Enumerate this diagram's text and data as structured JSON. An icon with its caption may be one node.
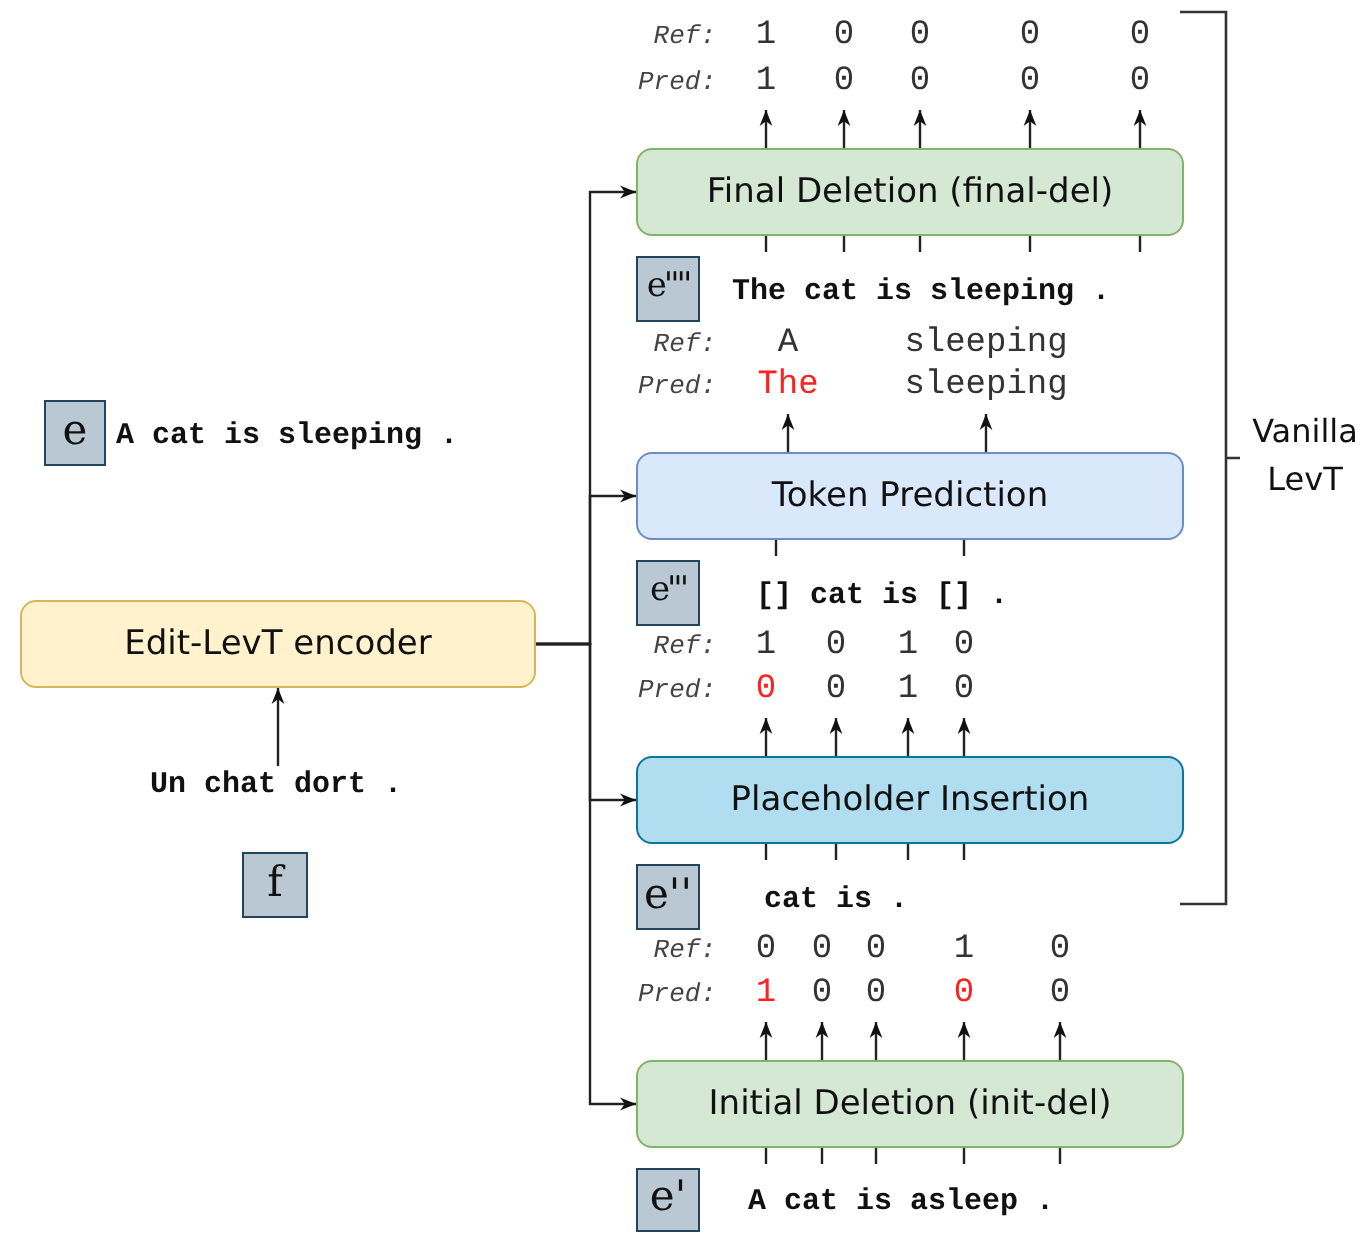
{
  "diagram": {
    "nodes": [
      {
        "text": [
          "e"
        ],
        "beside": [
          "A cat is sleeping ."
        ]
      },
      {
        "text": [
          "Edit-LevT encoder"
        ]
      },
      {
        "text": [
          "Un chat dort ."
        ]
      },
      {
        "text": [
          "f"
        ]
      },
      {
        "text": [
          "Final Deletion (final-del)"
        ]
      },
      {
        "text": [
          "e''''"
        ],
        "beside": [
          "The cat is sleeping ."
        ]
      },
      {
        "text": [
          "Token Prediction"
        ]
      },
      {
        "text": [
          "e'''"
        ],
        "beside": [
          "[] cat is [] ."
        ]
      },
      {
        "text": [
          "Placeholder Insertion"
        ]
      },
      {
        "text": [
          "e''"
        ],
        "beside": [
          "cat is ."
        ]
      },
      {
        "text": [
          "Initial Deletion (init-del)"
        ]
      },
      {
        "text": [
          "e'"
        ],
        "beside": [
          "A cat is asleep ."
        ]
      },
      {
        "text": [
          "1"
        ]
      },
      {
        "text": [
          "0"
        ]
      },
      {
        "text": [
          "0"
        ]
      },
      {
        "text": [
          "0"
        ]
      },
      {
        "text": [
          "0"
        ]
      },
      {
        "text": [
          "The"
        ]
      },
      {
        "text": [
          "sleeping"
        ]
      },
      {
        "text": [
          "0"
        ]
      },
      {
        "text": [
          "0"
        ]
      },
      {
        "text": [
          "1"
        ]
      },
      {
        "text": [
          "0"
        ]
      },
      {
        "text": [
          "1"
        ]
      },
      {
        "text": [
          "0"
        ]
      },
      {
        "text": [
          "0"
        ]
      },
      {
        "text": [
          "0"
        ]
      },
      {
        "text": [
          "0"
        ]
      }
    ],
    "edges": [
      {
        "from": 2,
        "to": 1,
        "arrow": "to"
      },
      {
        "from": 1,
        "to": 4,
        "arrow": "to"
      },
      {
        "from": 1,
        "to": 6,
        "arrow": "to"
      },
      {
        "from": 1,
        "to": 8,
        "arrow": "to"
      },
      {
        "from": 1,
        "to": 10,
        "arrow": "to"
      },
      {
        "from": 4,
        "to": 12,
        "arrow": "to"
      },
      {
        "from": 4,
        "to": 13,
        "arrow": "to"
      },
      {
        "from": 4,
        "to": 14,
        "arrow": "to"
      },
      {
        "from": 4,
        "to": 15,
        "arrow": "to"
      },
      {
        "from": 4,
        "to": 16,
        "arrow": "to"
      },
      {
        "from": null,
        "to": 4,
        "arrow": "none"
      },
      {
        "from": null,
        "to": 4,
        "arrow": "none"
      },
      {
        "from": null,
        "to": 4,
        "arrow": "none"
      },
      {
        "from": null,
        "to": 4,
        "arrow": "none"
      },
      {
        "from": null,
        "to": 4,
        "arrow": "none"
      },
      {
        "from": 6,
        "to": 17,
        "arrow": "to"
      },
      {
        "from": 6,
        "to": 18,
        "arrow": "to"
      },
      {
        "from": null,
        "to": 6,
        "arrow": "none"
      },
      {
        "from": null,
        "to": 6,
        "arrow": "none"
      },
      {
        "from": 8,
        "to": 19,
        "arrow": "to"
      },
      {
        "from": 8,
        "to": 20,
        "arrow": "to"
      },
      {
        "from": 8,
        "to": 21,
        "arrow": "to"
      },
      {
        "from": 8,
        "to": 22,
        "arrow": "to"
      },
      {
        "from": null,
        "to": 8,
        "arrow": "none"
      },
      {
        "from": null,
        "to": 8,
        "arrow": "none"
      },
      {
        "from": null,
        "to": 8,
        "arrow": "none"
      },
      {
        "from": null,
        "to": 8,
        "arrow": "none"
      },
      {
        "from": 10,
        "to": 23,
        "arrow": "to"
      },
      {
        "from": 10,
        "to": 24,
        "arrow": "to"
      },
      {
        "from": 10,
        "to": 25,
        "arrow": "to"
      },
      {
        "from": 10,
        "to": 26,
        "arrow": "to"
      },
      {
        "from": 10,
        "to": 27,
        "arrow": "to"
      },
      {
        "from": null,
        "to": 10,
        "arrow": "none"
      },
      {
        "from": null,
        "to": 10,
        "arrow": "none"
      },
      {
        "from": null,
        "to": 10,
        "arrow": "none"
      },
      {
        "from": null,
        "to": 10,
        "arrow": "none"
      },
      {
        "from": null,
        "to": 10,
        "arrow": "none"
      }
    ],
    "labels": [
      "Ref:",
      "1",
      "0",
      "0",
      "0",
      "0",
      "Pred:",
      "Ref:",
      "A",
      "sleeping",
      "Pred:",
      "Vanilla LevT",
      "Ref:",
      "1",
      "0",
      "1",
      "0",
      "Pred:",
      "Ref:",
      "0",
      "0",
      "0",
      "1",
      "0",
      "Pred:"
    ]
  }
}
